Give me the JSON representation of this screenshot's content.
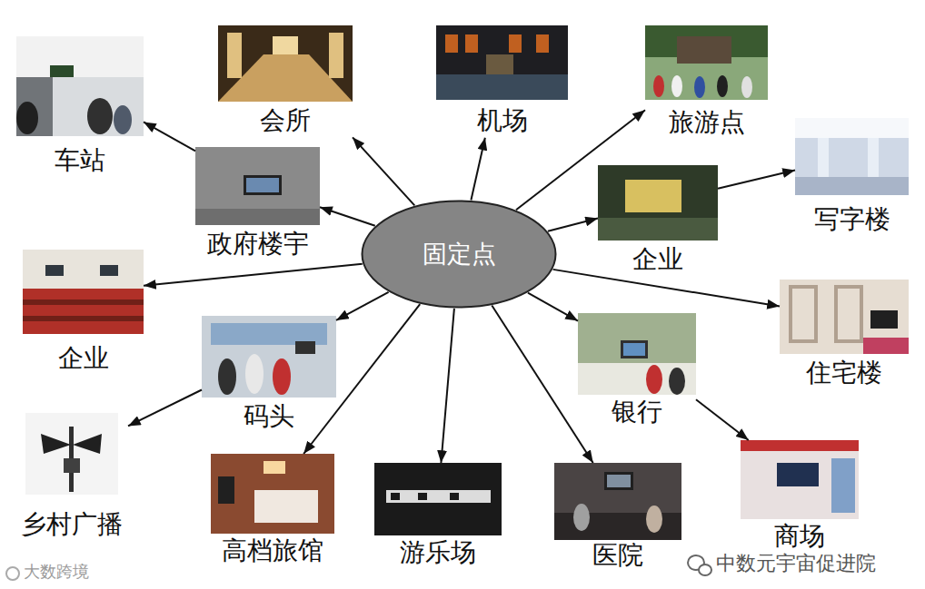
{
  "diagram": {
    "nodes": [
      {
        "text": [
          "车站"
        ]
      },
      {
        "text": [
          "会所"
        ]
      },
      {
        "text": [
          "机场"
        ]
      },
      {
        "text": [
          "旅游点"
        ]
      },
      {
        "text": [
          "政府楼宇"
        ]
      },
      {
        "text": [
          "企业"
        ]
      },
      {
        "text": [
          "写字楼"
        ]
      },
      {
        "text": [
          "固定点"
        ]
      },
      {
        "text": [
          "企业"
        ]
      },
      {
        "text": [
          "住宅楼"
        ]
      },
      {
        "text": [
          "码头"
        ]
      },
      {
        "text": [
          "银行"
        ]
      },
      {
        "text": [
          "乡村广播"
        ]
      },
      {
        "text": [
          "商场"
        ]
      },
      {
        "text": [
          "高档旅馆"
        ]
      },
      {
        "text": [
          "游乐场"
        ]
      },
      {
        "text": [
          "医院"
        ]
      }
    ],
    "edges": [
      {
        "from": 7,
        "to": 1,
        "arrow": "to"
      },
      {
        "from": 7,
        "to": 2,
        "arrow": "to"
      },
      {
        "from": 7,
        "to": 3,
        "arrow": "to"
      },
      {
        "from": 7,
        "to": 5,
        "arrow": "to"
      },
      {
        "from": 7,
        "to": 9,
        "arrow": "to"
      },
      {
        "from": 7,
        "to": 11,
        "arrow": "to"
      },
      {
        "from": 7,
        "to": 16,
        "arrow": "to"
      },
      {
        "from": 7,
        "to": 15,
        "arrow": "to"
      },
      {
        "from": 7,
        "to": 14,
        "arrow": "to"
      },
      {
        "from": 7,
        "to": 10,
        "arrow": "to"
      },
      {
        "from": 7,
        "to": 8,
        "arrow": "to"
      },
      {
        "from": 7,
        "to": 4,
        "arrow": "to"
      },
      {
        "from": 4,
        "to": 0,
        "arrow": "to"
      },
      {
        "from": 5,
        "to": 6,
        "arrow": "to"
      },
      {
        "from": 10,
        "to": 12,
        "arrow": "to"
      },
      {
        "from": 11,
        "to": 13,
        "arrow": "to"
      }
    ],
    "labels": [
      "大数跨境",
      "中数元宇宙促进院"
    ]
  }
}
